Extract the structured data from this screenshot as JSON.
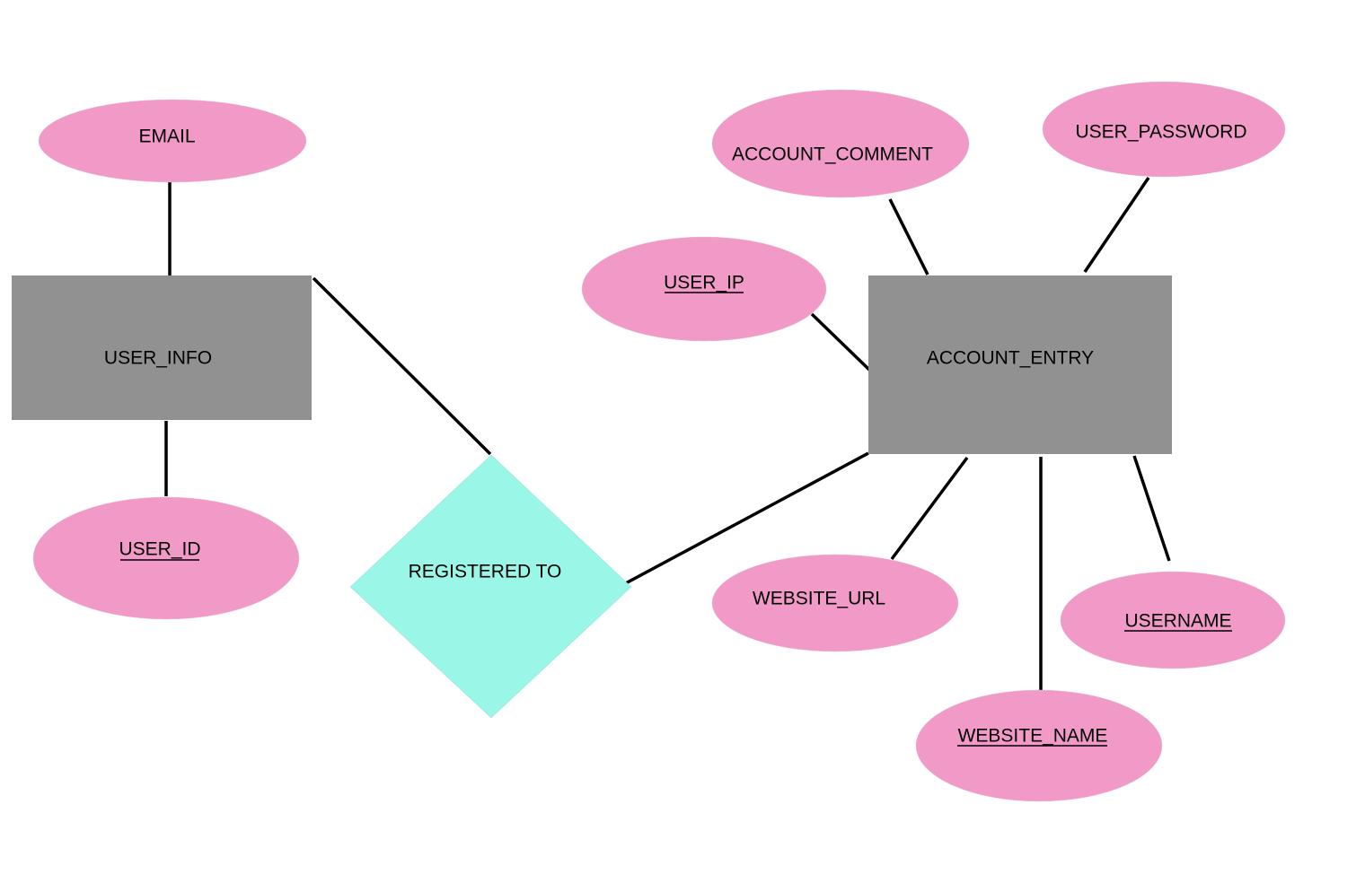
{
  "colors": {
    "entity": "#919191",
    "attribute": "#f19ac7",
    "relationship": "#9af7e7",
    "line": "#000000",
    "text": "#000000"
  },
  "entities": {
    "user_info": {
      "label": "USER_INFO"
    },
    "account_entry": {
      "label": "ACCOUNT_ENTRY"
    }
  },
  "relationships": {
    "registered_to": {
      "label": "REGISTERED TO"
    }
  },
  "attributes": {
    "email": {
      "label": "EMAIL",
      "key": false
    },
    "user_id": {
      "label": "USER_ID",
      "key": true
    },
    "account_comment": {
      "label": "ACCOUNT_COMMENT",
      "key": false
    },
    "user_password": {
      "label": "USER_PASSWORD",
      "key": false
    },
    "user_ip": {
      "label": "USER_IP",
      "key": true
    },
    "website_url": {
      "label": "WEBSITE_URL",
      "key": false
    },
    "username": {
      "label": "USERNAME",
      "key": true
    },
    "website_name": {
      "label": "WEBSITE_NAME",
      "key": true
    }
  }
}
